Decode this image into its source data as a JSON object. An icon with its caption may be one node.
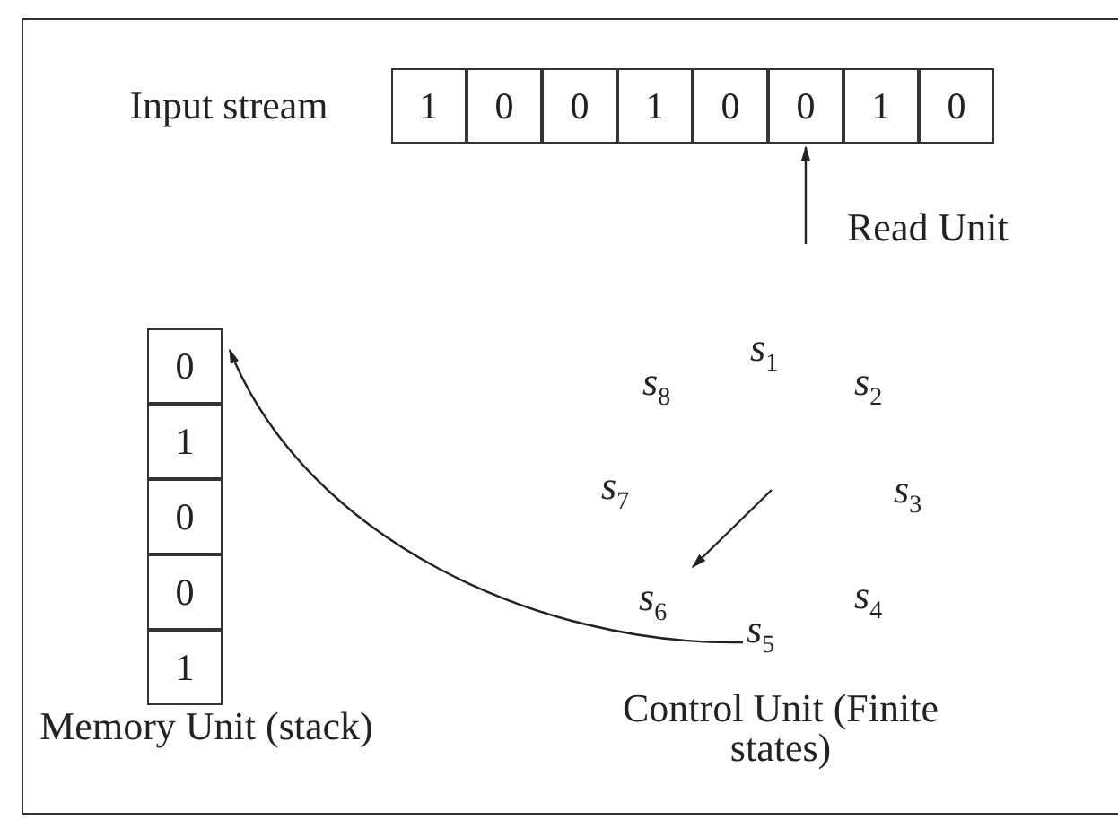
{
  "diagram": {
    "nodes": [
      {
        "text": [
          "1"
        ]
      },
      {
        "text": [
          "0"
        ]
      },
      {
        "text": [
          "0"
        ]
      },
      {
        "text": [
          "1"
        ]
      },
      {
        "text": [
          "0"
        ]
      },
      {
        "text": [
          "0"
        ]
      },
      {
        "text": [
          "1"
        ]
      },
      {
        "text": [
          "0"
        ]
      },
      {
        "text": [
          "Read Unit"
        ]
      },
      {
        "text": [
          "0"
        ]
      },
      {
        "text": [
          "1"
        ]
      },
      {
        "text": [
          "0"
        ]
      },
      {
        "text": [
          "0"
        ]
      },
      {
        "text": [
          "1"
        ]
      },
      {
        "text": [
          "s$_{1}$"
        ]
      },
      {
        "text": [
          "s$_{2}$"
        ]
      },
      {
        "text": [
          "s$_{3}$"
        ]
      },
      {
        "text": [
          "s$_{4}$"
        ]
      },
      {
        "text": [
          "s$_{5}$"
        ]
      },
      {
        "text": [
          "s$_{6}$"
        ]
      },
      {
        "text": [
          "s$_{7}$"
        ]
      },
      {
        "text": [
          "s$_{8}$"
        ]
      }
    ],
    "edges": [
      {
        "from": 8,
        "to": 5,
        "arrow": "to"
      },
      {
        "from": 18,
        "to": 9,
        "arrow": "to"
      },
      {
        "from": null,
        "to": 19,
        "arrow": "to"
      }
    ],
    "labels": [
      "Input stream",
      "Memory Unit (stack)",
      "Control Unit (Finite states)"
    ]
  }
}
